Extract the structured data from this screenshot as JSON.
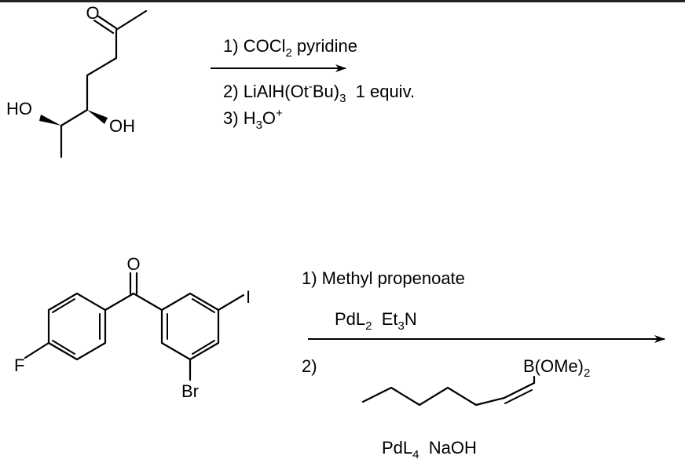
{
  "reaction1": {
    "reactant_labels": {
      "ho": "HO",
      "oh": "OH",
      "ketone_o": "O"
    },
    "conditions": [
      {
        "step": "1) ",
        "text": "COCl",
        "sub": "2",
        "after": " pyridine"
      },
      {
        "step": "2) ",
        "text": "LiAlH(Ot",
        "sup": "-",
        "mid": "Bu)",
        "sub": "3",
        "after": "  1 equiv."
      },
      {
        "step": "3) ",
        "text": "H",
        "sub": "3",
        "mid": "O",
        "sup": "+"
      }
    ]
  },
  "reaction2": {
    "reactant_labels": {
      "o": "O",
      "i": "I",
      "f": "F",
      "br": "Br"
    },
    "conditions": {
      "step1_line1": "1) Methyl propenoate",
      "step1_line2": {
        "a": "PdL",
        "a_sub": "2",
        "b": "  Et",
        "b_sub": "3",
        "c": "N"
      },
      "step2_label": "2)",
      "boronate": {
        "a": "B(OMe)",
        "a_sub": "2"
      },
      "step2_line2": {
        "a": "PdL",
        "a_sub": "4",
        "b": "  NaOH"
      }
    }
  }
}
